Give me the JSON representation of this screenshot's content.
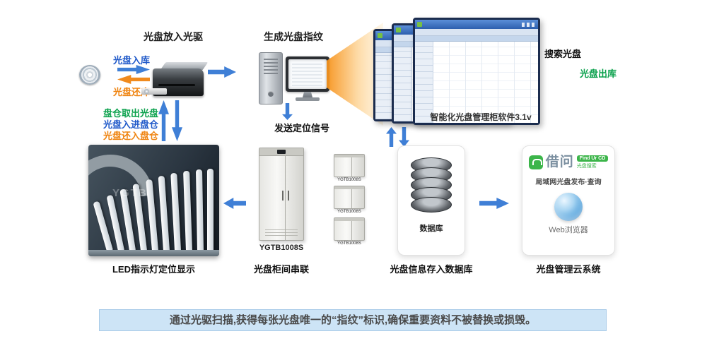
{
  "colors": {
    "arrow_blue": "#3f7fd6",
    "arrow_orange": "#f08a1d",
    "text_blue": "#1f59c9",
    "text_orange": "#ef8410",
    "text_green": "#0aa14c",
    "banner_bg": "#cde4f6",
    "cloud_green": "#3cb54a"
  },
  "flow": {
    "drive_title": "光盘放入光驱",
    "disc_in": "光盘入库",
    "disc_return": "光盘还库",
    "fingerprint_title": "生成光盘指纹",
    "software_name": "智能化光盘管理柜软件3.1v",
    "search_disc": "搜索光盘",
    "disc_out": "光盘出库",
    "bin_take_out": "盘仓取出光盘",
    "bin_put_in": "光盘入进盘仓",
    "bin_return": "光盘还入盘仓",
    "send_signal": "发送定位信号"
  },
  "panels": {
    "led_caption": "LED指示灯定位显示",
    "led_watermark": "YGTB",
    "cabinet_model": "YGTB1008S",
    "cabinet_caption": "光盘柜间串联",
    "database_label": "数据库",
    "database_caption": "光盘信息存入数据库",
    "cloud_caption": "光盘管理云系统",
    "cloud_brand": "借问",
    "cloud_badge": "Find Ur CD",
    "cloud_tagline": "光盘搜索",
    "cloud_desc": "局域网光盘发布·查询",
    "cloud_browser": "Web浏览器"
  },
  "banner": "通过光驱扫描,获得每张光盘唯一的“指纹”标识,确保重要资料不被替换或损毁。"
}
